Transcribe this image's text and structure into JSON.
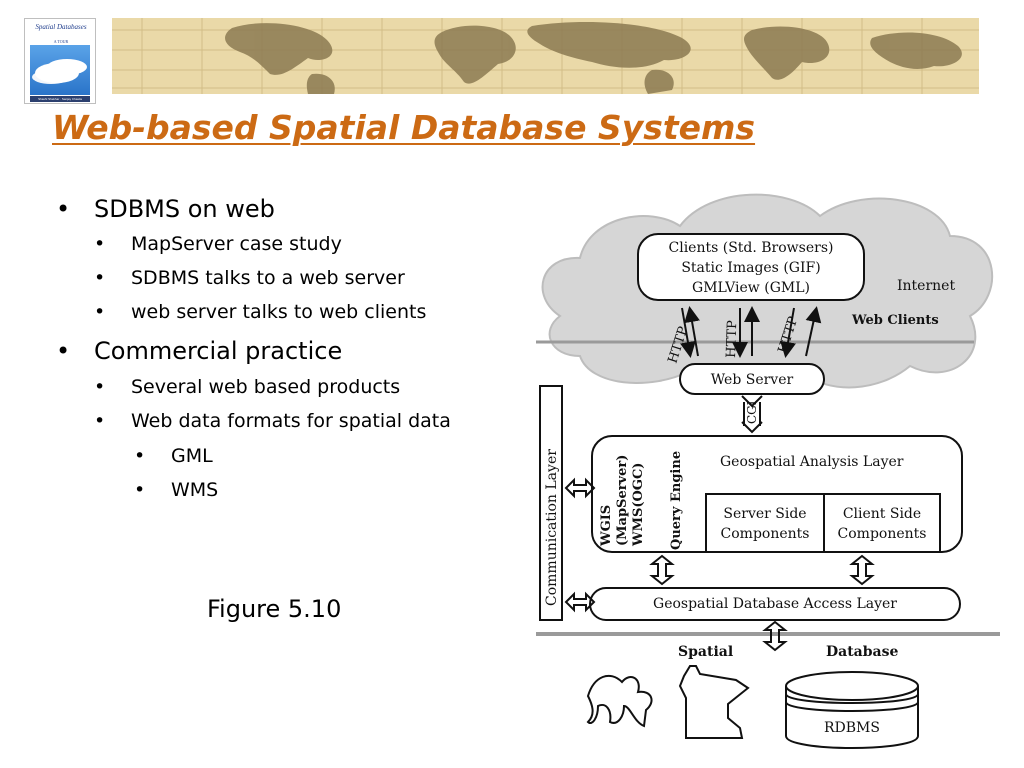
{
  "book": {
    "title": "Spatial Databases",
    "subtitle": "A TOUR",
    "authors": "Shashi Shekhar · Sanjay Chawla"
  },
  "slide": {
    "title": "Web-based Spatial Database Systems",
    "bullets": [
      {
        "text": "SDBMS on web",
        "subs": [
          {
            "text": "MapServer case study"
          },
          {
            "text": "SDBMS talks to a web server"
          },
          {
            "text": "web server talks to web clients"
          }
        ]
      },
      {
        "text": "Commercial practice",
        "subs": [
          {
            "text": "Several web based products"
          },
          {
            "text": "Web data formats for spatial data",
            "subs": [
              {
                "text": "GML"
              },
              {
                "text": "WMS"
              }
            ]
          }
        ]
      }
    ],
    "figure_caption": "Figure 5.10"
  },
  "diagram": {
    "clients": [
      "Clients (Std. Browsers)",
      "Static Images (GIF)",
      "GMLView (GML)"
    ],
    "internet": "Internet",
    "web_clients": "Web Clients",
    "http": "HTTP",
    "web_server": "Web Server",
    "cgi": "CGI",
    "communication_layer": "Communication Layer",
    "wgis": [
      "WGIS",
      "(MapServer)",
      "WMS(OGC)"
    ],
    "query_engine": "Query Engine",
    "analysis_layer": "Geospatial Analysis Layer",
    "server_side": [
      "Server Side",
      "Components"
    ],
    "client_side": [
      "Client Side",
      "Components"
    ],
    "db_access_layer": "Geospatial Database Access Layer",
    "spatial": "Spatial",
    "database": "Database",
    "rdbms": "RDBMS"
  },
  "colors": {
    "title": "#cc6a14",
    "banner": "#ead9a8",
    "cloud": "#d6d6d6"
  }
}
